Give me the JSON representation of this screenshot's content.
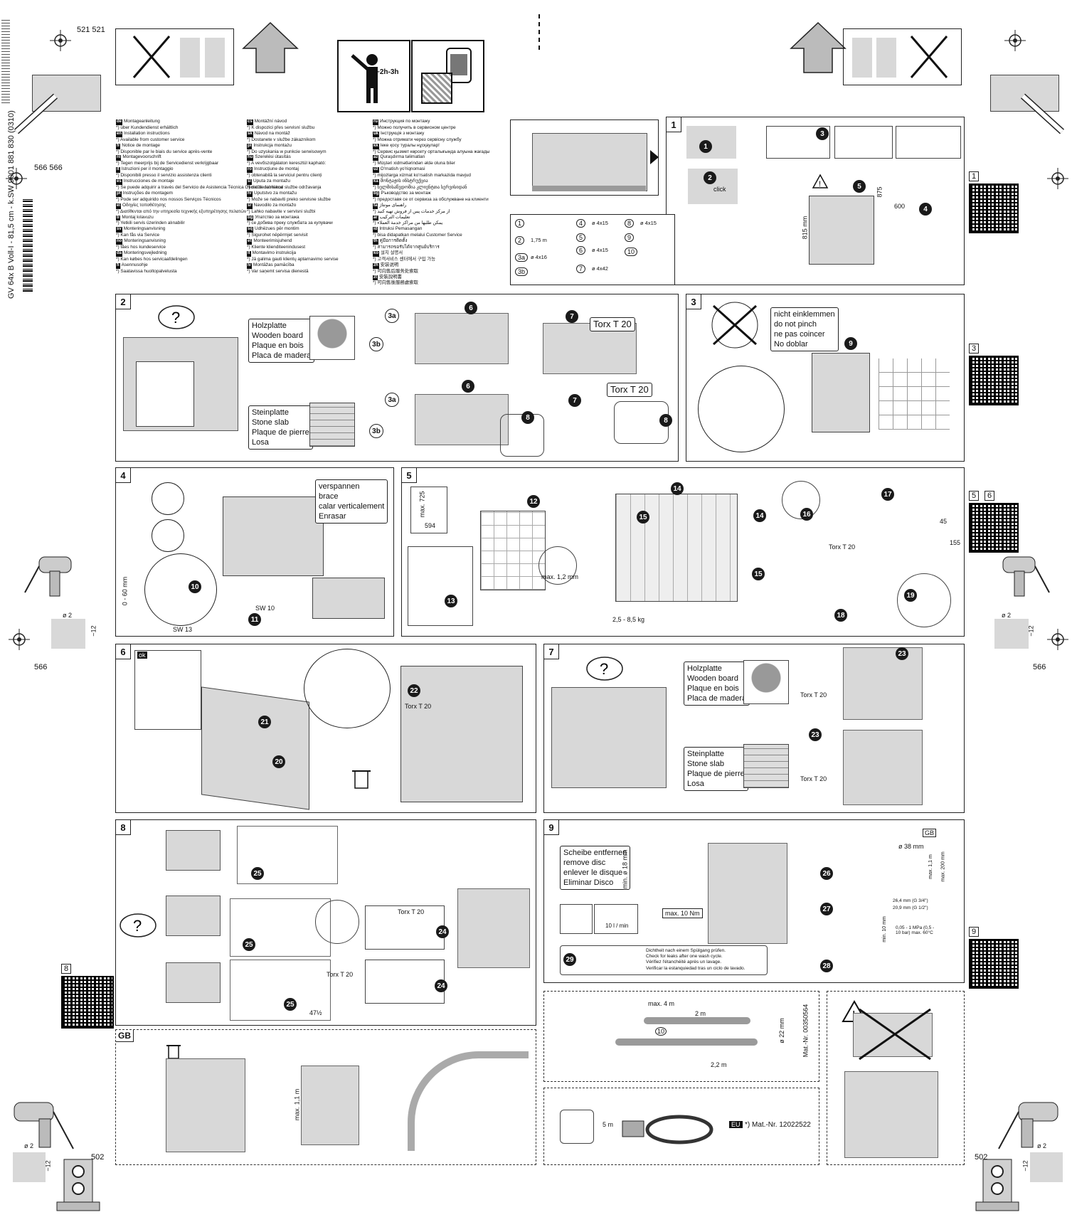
{
  "margin": {
    "top_left_dim": "521 521",
    "left_dim": "566 566",
    "left_lower_dim": "566",
    "right_lower_dim": "566",
    "bottom_left_dim": "502",
    "bottom_right_dim": "502",
    "vertical_code": "GV 64x B Voll-I - 81,5 cm - k.SW     9001 881 830 (0310)",
    "drill_dia": "ø 2",
    "drill_depth": "~12"
  },
  "header": {
    "time": "~2h-3h"
  },
  "languages_col1": [
    {
      "code": "de",
      "t1": "Montageanleitung",
      "t2": "*) über Kundendienst erhältlich"
    },
    {
      "code": "en",
      "t1": "Installation instructions",
      "t2": "*) Available from customer service"
    },
    {
      "code": "fr",
      "t1": "Notice de montage",
      "t2": "*) Disponible par le biais du service après-vente"
    },
    {
      "code": "nl",
      "t1": "Montagevoorschrift",
      "t2": "*) Tegen meerprijs bij de Servicedienst verkrijgbaar"
    },
    {
      "code": "it",
      "t1": "Istruzioni per il montaggio",
      "t2": "*) Disponibili presso il servizio assistenza clienti"
    },
    {
      "code": "es",
      "t1": "Instrucciones de montaje",
      "t2": "*) Se puede adquirir a través del Servicio de Asistencia Técnica Oficial de la marca"
    },
    {
      "code": "pt",
      "t1": "Instruções de montagem",
      "t2": "*) Pode ser adquirido nos nossos Serviços Técnicos"
    },
    {
      "code": "el",
      "t1": "Οδηγίες τοποθέτησης",
      "t2": "*) Διατίθενται από την υπηρεσία τεχνικής εξυπηρέτησης πελατών"
    },
    {
      "code": "tr",
      "t1": "Montaj kılavuzu",
      "t2": "*) Yetkili servis üzerinden alınabilir"
    },
    {
      "code": "sv",
      "t1": "Monteringsanvisning",
      "t2": "*) Kan fås via Service"
    },
    {
      "code": "no",
      "t1": "Monteringsanvisning",
      "t2": "*) fåes hos kundeservice"
    },
    {
      "code": "da",
      "t1": "Monteringsvejledning",
      "t2": "*) Kan købes hos servicaafdelingen"
    },
    {
      "code": "fi",
      "t1": "Asennusohje",
      "t2": "*) Saatavissa huoltopalvelusta"
    }
  ],
  "languages_col2": [
    {
      "code": "cs",
      "t1": "Montážní návod",
      "t2": "*) K dispozici přes servisní službu"
    },
    {
      "code": "sk",
      "t1": "Návod na montáž",
      "t2": "*) Dostanete v službe zákazníkom"
    },
    {
      "code": "pl",
      "t1": "Instrukcja montażu",
      "t2": "*) Do uzyskania w punkcie serwisowym"
    },
    {
      "code": "hu",
      "t1": "Szerelési útasítás",
      "t2": "*) A vevőszolgálaton keresztül kapható:"
    },
    {
      "code": "ro",
      "t1": "Instrucțiune de montaj",
      "t2": "*) obtenabilă la serviciul pentru clienți"
    },
    {
      "code": "sl",
      "t1": "Uputa za montažu",
      "t2": "*) može dobiti kod službe održavanja"
    },
    {
      "code": "hr",
      "t1": "Uputstvo za montažu",
      "t2": "*) Može se nabaviti preko servisne službe"
    },
    {
      "code": "sr",
      "t1": "Navodilo za montažo",
      "t2": "*) Lahko nabavite v servisni službi"
    },
    {
      "code": "bg",
      "t1": "Упатство за монтажа",
      "t2": "*) се добива преку службата за купувачи"
    },
    {
      "code": "sq",
      "t1": "Udhëzues për montim",
      "t2": "*) Sigurohet nëpërmjet servisit"
    },
    {
      "code": "et",
      "t1": "Montееrimisjuhend",
      "t2": "*) Kliente klienditeenindusest"
    },
    {
      "code": "lt",
      "t1": "Montavimo instrukcija",
      "t2": "*) Jā galima gauti klientų aptarnavimo servise"
    },
    {
      "code": "lv",
      "t1": "Montāžas pamācība",
      "t2": "*) Var saņemt servisa dienestā"
    }
  ],
  "languages_col3": [
    {
      "code": "ru",
      "t1": "Инструкция по монтажу",
      "t2": "*) Можно получить в сервисном центре"
    },
    {
      "code": "uk",
      "t1": "Інструкція з монтажу",
      "t2": "*) Можна отримати через сервісну службу"
    },
    {
      "code": "kk",
      "t1": "Іеке қосу туралы нұсқаулар!",
      "t2": "*) Сервис қызмет көрсету орталығында алуына жағады"
    },
    {
      "code": "az",
      "t1": "Quraşdırma təlimatları",
      "t2": "*) Müştəri xidmətlərindən əldə oluna bilər"
    },
    {
      "code": "uz",
      "t1": "O'rnatish yo'riqnomasi",
      "t2": "*) mijozlarga xizmat ko'rsatish markazida mavjud"
    },
    {
      "code": "ka",
      "t1": "მონტაჟის ინსტრუქცია",
      "t2": "*) ხელმისაწვდომია კლიენტთა სერვისიდან"
    },
    {
      "code": "bg",
      "t1": "Ръководство за монтаж",
      "t2": "*) предоставя се от сервиза за обслужване на клиенти"
    },
    {
      "code": "fa",
      "t1": "راهنمای مونتاژ",
      "t2": "*) از مرکز خدمات پس از فروش تهیه کنید"
    },
    {
      "code": "ar",
      "t1": "تعليمات التركيب",
      "t2": "*) يمكن طلبها من مراكز خدمة العملاء"
    },
    {
      "code": "id",
      "t1": "Intruksi Pemasangan",
      "t2": "*) bisa didapatkan melalui Customer Service"
    },
    {
      "code": "th",
      "t1": "คู่มือการติดตั้ง",
      "t2": "*) สามารถขอรับได้จากศูนย์บริการ"
    },
    {
      "code": "ko",
      "t1": "설치 설명서",
      "t2": "*) 고객서비스 센터에서 구입 가능"
    },
    {
      "code": "zh",
      "t1": "安装说明",
      "t2": "*) 可向售后服务处索取"
    },
    {
      "code": "zt",
      "t1": "安裝說明書",
      "t2": "*) 可向售後服務處索取"
    }
  ],
  "step1": {
    "num": "1",
    "parts": [
      {
        "n": "1",
        "label": ""
      },
      {
        "n": "2",
        "label": "1,75 m"
      },
      {
        "n": "3a",
        "label": "ø 4x16"
      },
      {
        "n": "3b",
        "label": ""
      },
      {
        "n": "4",
        "label": "ø 4x15"
      },
      {
        "n": "5",
        "label": ""
      },
      {
        "n": "6",
        "label": "ø 4x15"
      },
      {
        "n": "7",
        "label": "ø 4x42"
      },
      {
        "n": "8",
        "label": "ø 4x15"
      },
      {
        "n": "9",
        "label": ""
      },
      {
        "n": "10",
        "label": ""
      }
    ],
    "click": "click",
    "dims": [
      "815 mm",
      "600",
      "875"
    ],
    "circles": [
      "1",
      "2",
      "3",
      "4",
      "5"
    ]
  },
  "step2": {
    "num": "2",
    "wood": [
      "Holzplatte",
      "Wooden board",
      "Plaque en bois",
      "Placa de madera"
    ],
    "stone": [
      "Steinplatte",
      "Stone slab",
      "Plaque de pierre",
      "Losa"
    ],
    "torx": "Torx T 20",
    "circles": [
      "6",
      "7",
      "8",
      "3a",
      "3b"
    ]
  },
  "step3": {
    "num": "3",
    "pinch": [
      "nicht einklemmen",
      "do not pinch",
      "ne pas coincer",
      "No doblar"
    ],
    "circle": "9"
  },
  "step4": {
    "num": "4",
    "brace": [
      "verspannen",
      "brace",
      "calar verticalement",
      "Enrasar"
    ],
    "range": "0 - 60 mm",
    "sw13": "SW 13",
    "sw10": "SW 10",
    "circles": [
      "10",
      "11"
    ]
  },
  "step5": {
    "num": "5",
    "max725": "max. 725",
    "w594": "594",
    "max12": "max. 1,2 mm",
    "weight": "2,5 - 8,5 kg",
    "torx": "Torx T 20",
    "d45": "45",
    "d155": "155",
    "circles": [
      "12",
      "13",
      "14",
      "15",
      "16",
      "17",
      "18",
      "19"
    ]
  },
  "step6": {
    "num": "6",
    "ok": "ok",
    "torx": "Torx T 20",
    "circles": [
      "20",
      "21",
      "22"
    ]
  },
  "step7": {
    "num": "7",
    "wood": [
      "Holzplatte",
      "Wooden board",
      "Plaque en bois",
      "Placa de madera"
    ],
    "stone": [
      "Steinplatte",
      "Stone slab",
      "Plaque de pierre",
      "Losa"
    ],
    "torx": "Torx T 20",
    "circle": "23"
  },
  "step8": {
    "num": "8",
    "torx": "Torx T 20",
    "circles": [
      "24",
      "25"
    ],
    "dim": "47½"
  },
  "step9": {
    "num": "9",
    "disc": [
      "Scheibe entfernen",
      "remove disc",
      "enlever le disque",
      "Eliminar Disco"
    ],
    "torque": "max. 10 Nm",
    "flow": "10 l / min",
    "hmin": "min. ø 18 mm",
    "d38": "ø 38 mm",
    "h200": "max. 200 mm",
    "h11": "max. 1,1 m",
    "size1": "26,4 mm (G 3/4\")",
    "size2": "20,9 mm (G 1/2\")",
    "hmin10": "min. 10 mm",
    "pressure": "0,05 - 1 MPa (0,5 - 10 bar) max. 60°C",
    "gb": "GB",
    "leak": [
      "Dichtheit nach einem Spülgang prüfen.",
      "Check for leaks after one wash cycle.",
      "Vérifiez l'étanchéité après un lavage.",
      "Verificar la estanquiedad tras un ciclo de lavado."
    ],
    "circles": [
      "26",
      "27",
      "28",
      "29"
    ]
  },
  "hose": {
    "max4": "max. 4 m",
    "l2": "2 m",
    "l22": "2,2 m",
    "d22": "ø 22 mm",
    "mat": "Mat.-Nr. 00350564",
    "n10": "10"
  },
  "power": {
    "len": "5 m",
    "eu": "EU",
    "mat": "*) Mat.-Nr. 12022522"
  },
  "gb_box": {
    "label": "GB",
    "max11": "max. 1,1 m"
  },
  "qr_labels": [
    "1",
    "3",
    "5",
    "6",
    "8",
    "9"
  ]
}
